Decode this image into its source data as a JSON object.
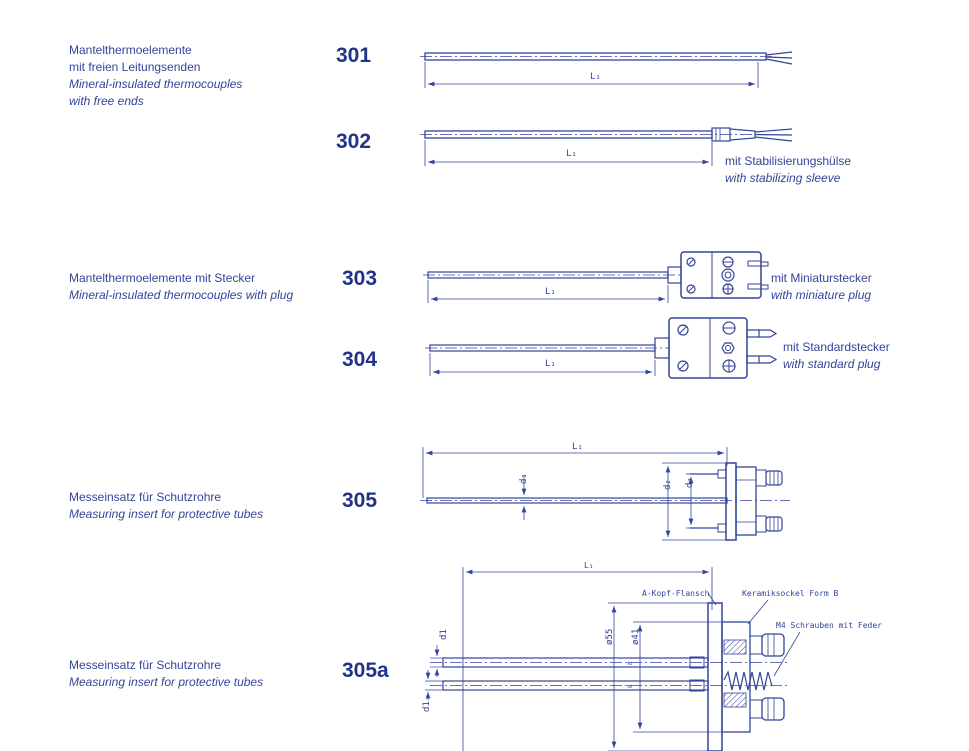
{
  "sections": [
    {
      "id": "301-group",
      "label_de": "Mantelthermoelemente mit freien Leitungsenden",
      "label_de_line1": "Mantelthermoelemente",
      "label_de_line2": "mit freien Leitungsenden",
      "label_en_line1": "Mineral-insulated thermocouples",
      "label_en_line2": "with free ends"
    },
    {
      "id": "303-group",
      "label_de": "Mantelthermoelemente mit Stecker",
      "label_en": "Mineral-insulated thermocouples with plug"
    },
    {
      "id": "305-group",
      "label_de": "Messeinsatz für Schutzrohre",
      "label_en": "Measuring insert for protective tubes"
    },
    {
      "id": "305a-group",
      "label_de": "Messeinsatz für Schutzrohre",
      "label_en": "Measuring insert for protective tubes"
    }
  ],
  "items": {
    "n301": "301",
    "n302": "302",
    "n303": "303",
    "n304": "304",
    "n305": "305",
    "n305a": "305a"
  },
  "notes": {
    "n302_de": "mit Stabilisierungshülse",
    "n302_en": "with stabilizing sleeve",
    "n303_de": "mit Miniaturstecker",
    "n303_en": "with miniature plug",
    "n304_de": "mit Standardstecker",
    "n304_en": "with standard plug"
  },
  "drawing_labels": {
    "L1": "L₁",
    "d1": "d₁",
    "d2": "d₂",
    "d3": "d₃",
    "d1_plain": "d1",
    "dia55": "ø55",
    "dia41": "ø41",
    "a_kopf": "A-Kopf-Flansch",
    "keramik": "Keramiksockel Form B",
    "m4": "M4 Schrauben mit Feder"
  }
}
